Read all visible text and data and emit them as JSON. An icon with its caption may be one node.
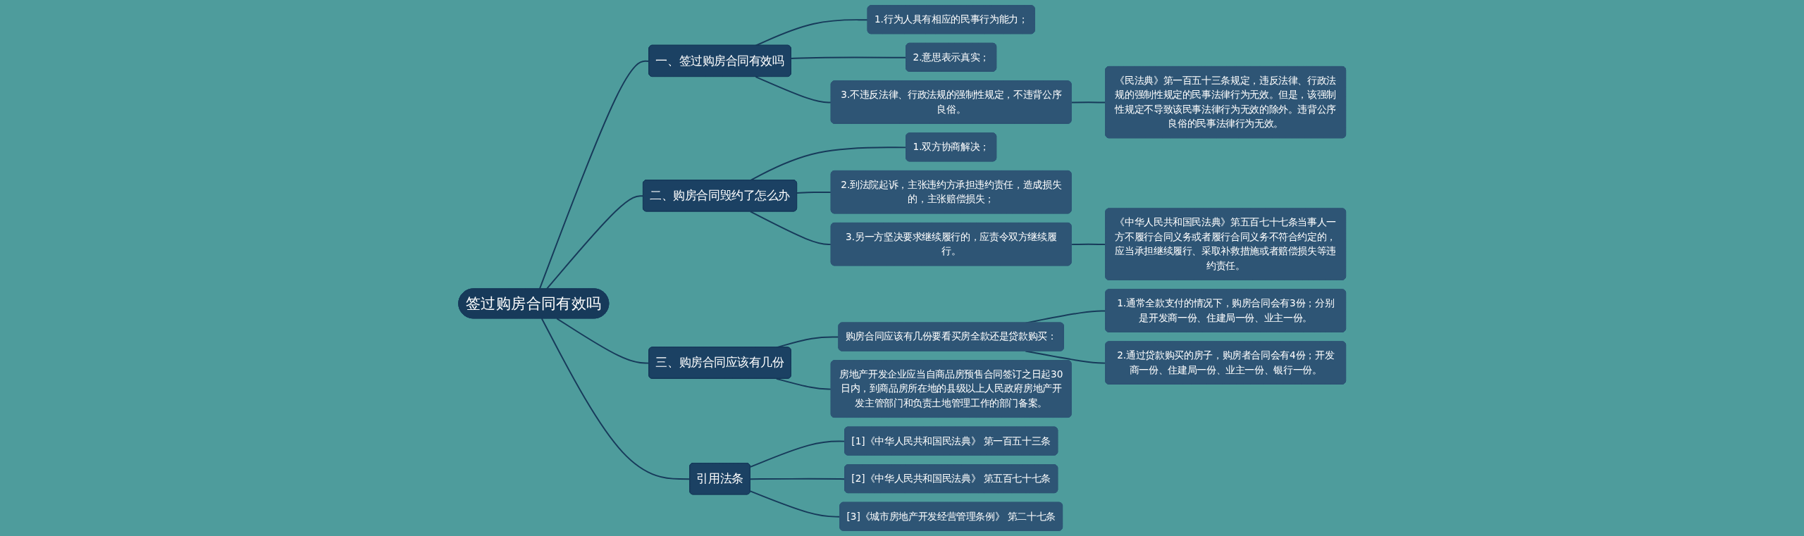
{
  "diagram": {
    "nodes": [
      {
        "text": [
          "签过购房合同有效吗"
        ]
      },
      {
        "text": [
          "一、签过购房合同有效吗"
        ]
      },
      {
        "text": [
          "1.行为人具有相应的民事行为能力；"
        ]
      },
      {
        "text": [
          "2.意思表示真实；"
        ]
      },
      {
        "text": [
          "3.不违反法律、行政法规的强制性规定，不违背公序良俗。"
        ]
      },
      {
        "text": [
          "《民法典》第一百五十三条规定，违反法律、行政法规的强制性规定的民事法律行为无效。但是，该强制性规定不导致该民事法律行为无效的除外。违背公序良俗的民事法律行为无效。"
        ]
      },
      {
        "text": [
          "二、购房合同毁约了怎么办"
        ]
      },
      {
        "text": [
          "1.双方协商解决；"
        ]
      },
      {
        "text": [
          "2.到法院起诉，主张违约方承担违约责任，造成损失的，主张赔偿损失；"
        ]
      },
      {
        "text": [
          "3.另一方坚决要求继续履行的，应责令双方继续履行。"
        ]
      },
      {
        "text": [
          "《中华人民共和国民法典》第五百七十七条当事人一方不履行合同义务或者履行合同义务不符合约定的，应当承担继续履行、采取补救措施或者赔偿损失等违约责任。"
        ]
      },
      {
        "text": [
          "三、购房合同应该有几份"
        ]
      },
      {
        "text": [
          "购房合同应该有几份要看买房全款还是贷款购买："
        ]
      },
      {
        "text": [
          "1.通常全款支付的情况下，购房合同会有3份；分别是开发商一份、住建局一份、业主一份。"
        ]
      },
      {
        "text": [
          "2.通过贷款购买的房子，购房者合同会有4份；开发商一份、住建局一份、业主一份、银行一份。"
        ]
      },
      {
        "text": [
          "房地产开发企业应当自商品房预售合同签订之日起30日内，到商品房所在地的县级以上人民政府房地产开发主管部门和负责土地管理工作的部门备案。"
        ]
      },
      {
        "text": [
          "引用法条"
        ]
      },
      {
        "text": [
          "[1]《中华人民共和国民法典》 第一百五十三条"
        ]
      },
      {
        "text": [
          "[2]《中华人民共和国民法典》 第五百七十七条"
        ]
      },
      {
        "text": [
          "[3]《城市房地产开发经营管理条例》 第二十七条"
        ]
      }
    ],
    "edges": [
      {
        "from": 0,
        "to": 1,
        "arrow": "none"
      },
      {
        "from": 1,
        "to": 2,
        "arrow": "none"
      },
      {
        "from": 1,
        "to": 3,
        "arrow": "none"
      },
      {
        "from": 1,
        "to": 4,
        "arrow": "none"
      },
      {
        "from": 4,
        "to": 5,
        "arrow": "none"
      },
      {
        "from": 0,
        "to": 6,
        "arrow": "none"
      },
      {
        "from": 6,
        "to": 7,
        "arrow": "none"
      },
      {
        "from": 6,
        "to": 8,
        "arrow": "none"
      },
      {
        "from": 6,
        "to": 9,
        "arrow": "none"
      },
      {
        "from": 9,
        "to": 10,
        "arrow": "none"
      },
      {
        "from": 0,
        "to": 11,
        "arrow": "none"
      },
      {
        "from": 11,
        "to": 12,
        "arrow": "none"
      },
      {
        "from": 12,
        "to": 13,
        "arrow": "none"
      },
      {
        "from": 12,
        "to": 14,
        "arrow": "none"
      },
      {
        "from": 11,
        "to": 15,
        "arrow": "none"
      },
      {
        "from": 0,
        "to": 16,
        "arrow": "none"
      },
      {
        "from": 16,
        "to": 17,
        "arrow": "none"
      },
      {
        "from": 16,
        "to": 18,
        "arrow": "none"
      },
      {
        "from": 16,
        "to": 19,
        "arrow": "none"
      }
    ]
  }
}
